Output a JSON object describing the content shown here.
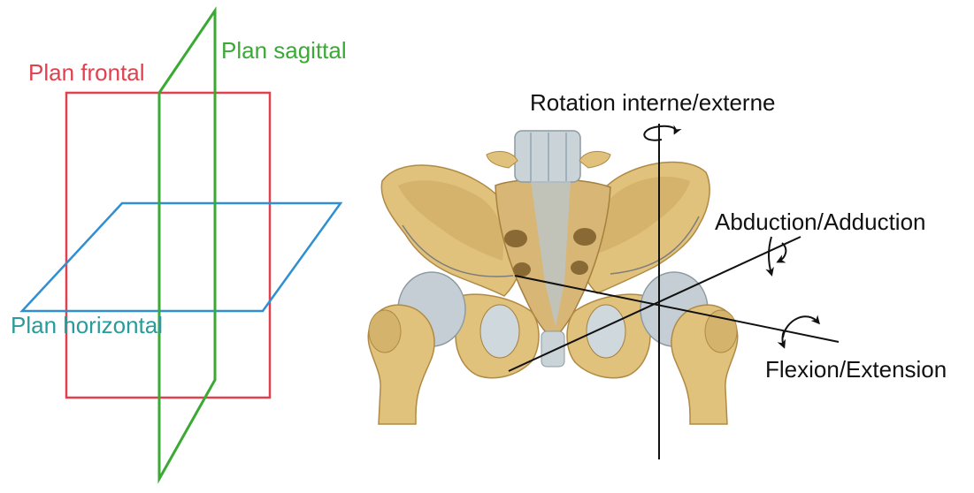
{
  "planes": {
    "frontal": {
      "label": "Plan frontal",
      "color": "#e0414f"
    },
    "sagittal": {
      "label": "Plan sagittal",
      "color": "#3aaa35"
    },
    "horizontal": {
      "label": "Plan horizontal",
      "color": "#2f8fd0",
      "label_color": "#2a9a9a"
    }
  },
  "axes": {
    "rotation": {
      "label": "Rotation interne/externe"
    },
    "abduction": {
      "label": "Abduction/Adduction"
    },
    "flexion": {
      "label": "Flexion/Extension"
    },
    "color": "#111111"
  },
  "illustration": {
    "subject": "pelvis-and-hip-joints",
    "bone_color": "#e2c98b",
    "ligament_color": "#b9c6cf"
  }
}
